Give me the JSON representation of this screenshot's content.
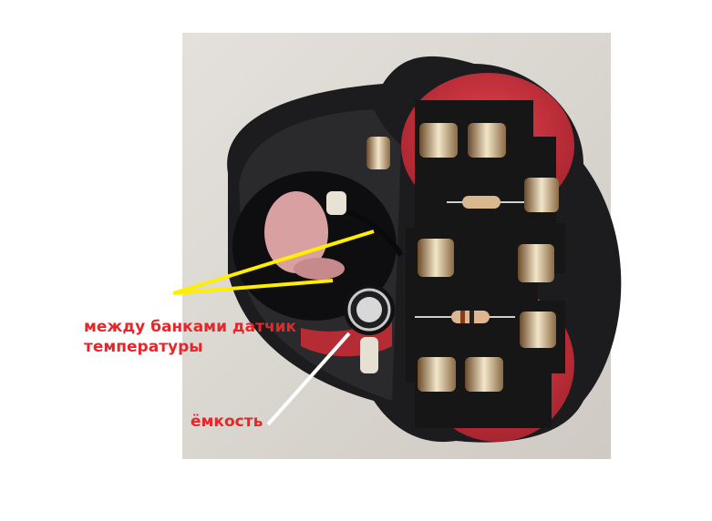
{
  "annotations": {
    "sensor_line1": "между банками датчик",
    "sensor_line2": "температуры",
    "capacitor": "ёмкость"
  },
  "colors": {
    "label_text": "#e8262a",
    "sensor_pointer": "#ffee00",
    "capacitor_pointer": "#ffffff",
    "battery_red": "#c8313c",
    "housing": "#1c1c1e",
    "background_photo": "#d9d5cf"
  }
}
